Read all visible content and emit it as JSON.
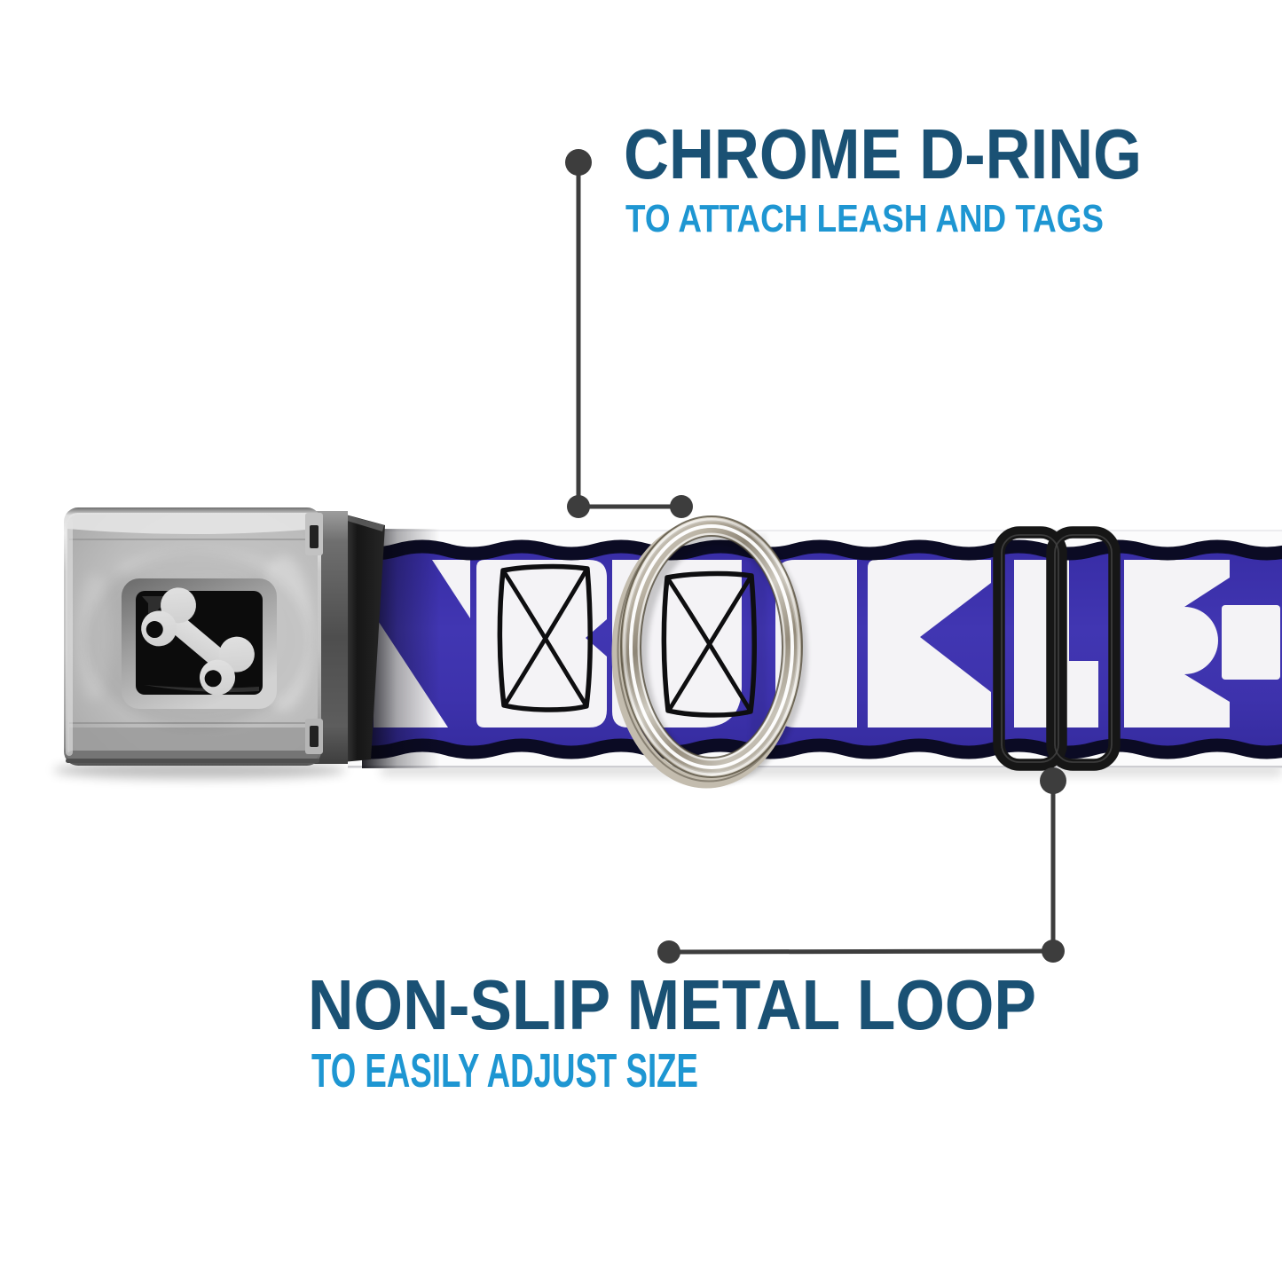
{
  "annotations": {
    "top": {
      "title": "CHROME D-RING",
      "subtitle": "TO ATTACH LEASH AND TAGS"
    },
    "bottom": {
      "title": "NON-SLIP METAL LOOP",
      "subtitle": "TO EASILY ADJUST SIZE"
    }
  },
  "colors": {
    "title": "#1a5174",
    "subtitle": "#1e96d2",
    "callout": "#3d3d3d",
    "strap_blue": "#3c31ab",
    "strap_edge": "#0b0b24",
    "webbing_white": "#f4f3f6",
    "slider_black": "#151515"
  },
  "product": {
    "webbing_pattern_text": "BUCKLE-DOWN",
    "webbing_visible_fragment": "N BUCKLE-",
    "buckle_center_icon": "dog-bone-icon",
    "parts": [
      "seatbelt-buckle",
      "chrome-d-ring",
      "non-slip-metal-loop"
    ]
  }
}
